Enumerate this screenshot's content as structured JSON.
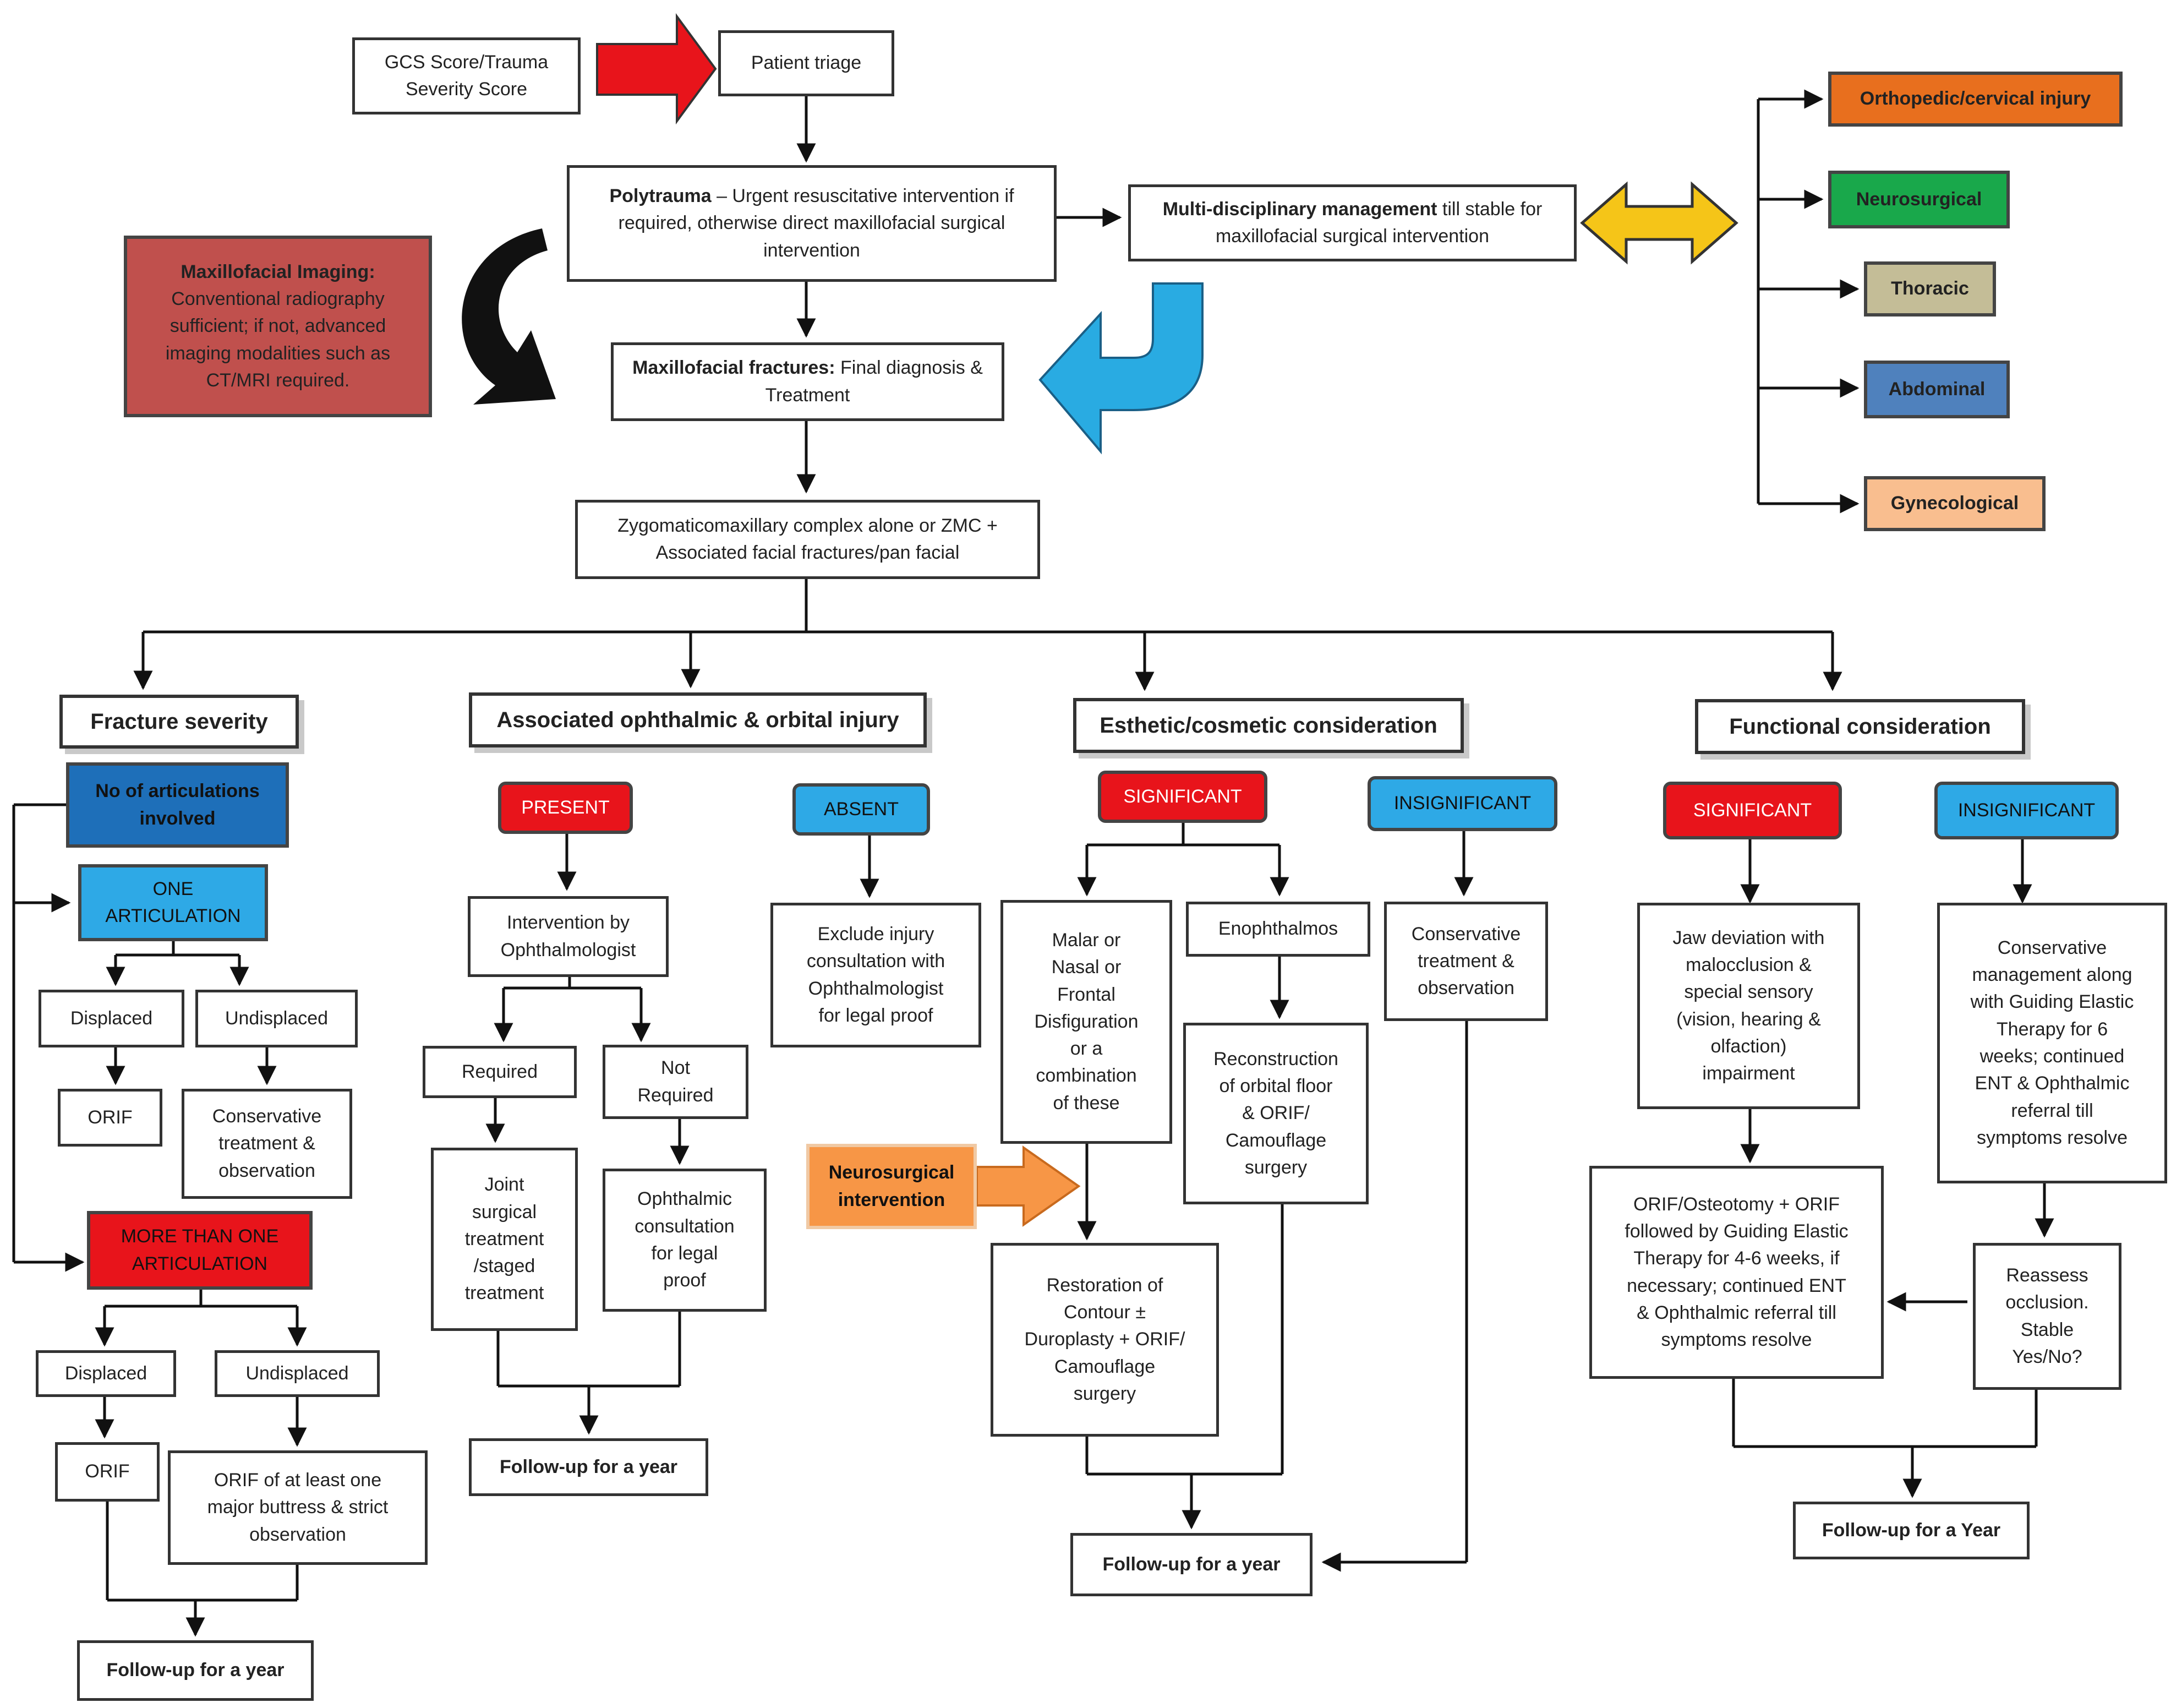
{
  "nodes": {
    "gcs": "GCS Score/Trauma\nSeverity Score",
    "triage": "Patient triage",
    "poly_bold": "Polytrauma",
    "poly_rest": " – Urgent resuscitative intervention if required, otherwise direct maxillofacial surgical intervention",
    "multi_bold": "Multi-disciplinary management",
    "multi_rest": " till stable for maxillofacial surgical intervention",
    "imaging_title": "Maxillofacial Imaging:",
    "imaging_body": "Conventional radiography sufficient; if not, advanced imaging modalities such as CT/MRI required.",
    "final_bold": "Maxillofacial fractures:",
    "final_rest": " Final diagnosis & Treatment",
    "zmc": "Zygomaticomaxillary complex alone or ZMC +\nAssociated facial fractures/pan facial",
    "ortho": "Orthopedic/cervical injury",
    "neuro": "Neurosurgical",
    "thoracic": "Thoracic",
    "abdominal": "Abdominal",
    "gyn": "Gynecological",
    "fracture_severity": "Fracture severity",
    "ophthalmic": "Associated ophthalmic & orbital injury",
    "esthetic": "Esthetic/cosmetic consideration",
    "functional": "Functional consideration",
    "no_artic": "No of articulations\ninvolved",
    "one_artic": "ONE\nARTICULATION",
    "displaced1": "Displaced",
    "undisplaced1": "Undisplaced",
    "orif1": "ORIF",
    "conservative1": "Conservative\ntreatment &\nobservation",
    "more_artic": "MORE THAN ONE\nARTICULATION",
    "displaced2": "Displaced",
    "undisplaced2": "Undisplaced",
    "orif2": "ORIF",
    "orif_buttress": "ORIF of at least one\nmajor buttress & strict\nobservation",
    "followup1": "Follow-up for a year",
    "present": "PRESENT",
    "absent": "ABSENT",
    "intervention_oph": "Intervention by\nOphthalmologist",
    "exclude": "Exclude injury\nconsultation with\nOphthalmologist\nfor legal proof",
    "required": "Required",
    "not_required": "Not\nRequired",
    "joint": "Joint\nsurgical\ntreatment\n/staged\ntreatment",
    "oph_consult": "Ophthalmic\nconsultation\nfor legal\nproof",
    "followup2": "Follow-up for a year",
    "sig1": "SIGNIFICANT",
    "insig1": "INSIGNIFICANT",
    "malar": "Malar or\nNasal or\nFrontal\nDisfiguration\nor a\ncombination\nof these",
    "enoph": "Enophthalmos",
    "conservative_obs": "Conservative\ntreatment &\nobservation",
    "recon": "Reconstruction\nof orbital floor\n& ORIF/\nCamouflage\nsurgery",
    "neuro_int": "Neurosurgical\nintervention",
    "restoration": "Restoration of\nContour ±\nDuroplasty + ORIF/\nCamouflage\nsurgery",
    "followup3": "Follow-up for a year",
    "sig2": "SIGNIFICANT",
    "insig2": "INSIGNIFICANT",
    "jaw": "Jaw deviation with\nmalocclusion &\nspecial sensory\n(vision, hearing &\nolfaction)\nimpairment",
    "cons_mgmt": "Conservative\nmanagement along\nwith Guiding Elastic\nTherapy for 6\nweeks; continued\nENT & Ophthalmic\nreferral till\nsymptoms resolve",
    "orif_osteo": "ORIF/Osteotomy + ORIF\nfollowed by Guiding Elastic\nTherapy for 4-6 weeks, if\nnecessary; continued ENT\n& Ophthalmic referral till\nsymptoms resolve",
    "reassess": "Reassess\nocclusion.\nStable\nYes/No?",
    "followup4": "Follow-up for a Year"
  },
  "colors": {
    "red": "#e8141b",
    "blue": "#2ea9e6",
    "dark_blue": "#1e6fb9",
    "imaging_red": "#c0504d",
    "orange": "#e86f1e",
    "green": "#19a84b",
    "thoracic_tan": "#c4bd97",
    "abdominal_blue": "#4f81bd",
    "gyn_peach": "#f9be8f",
    "neuro_orange": "#f79646",
    "yellow_arrow": "#f5c518",
    "cyan_arrow": "#29abe2"
  }
}
